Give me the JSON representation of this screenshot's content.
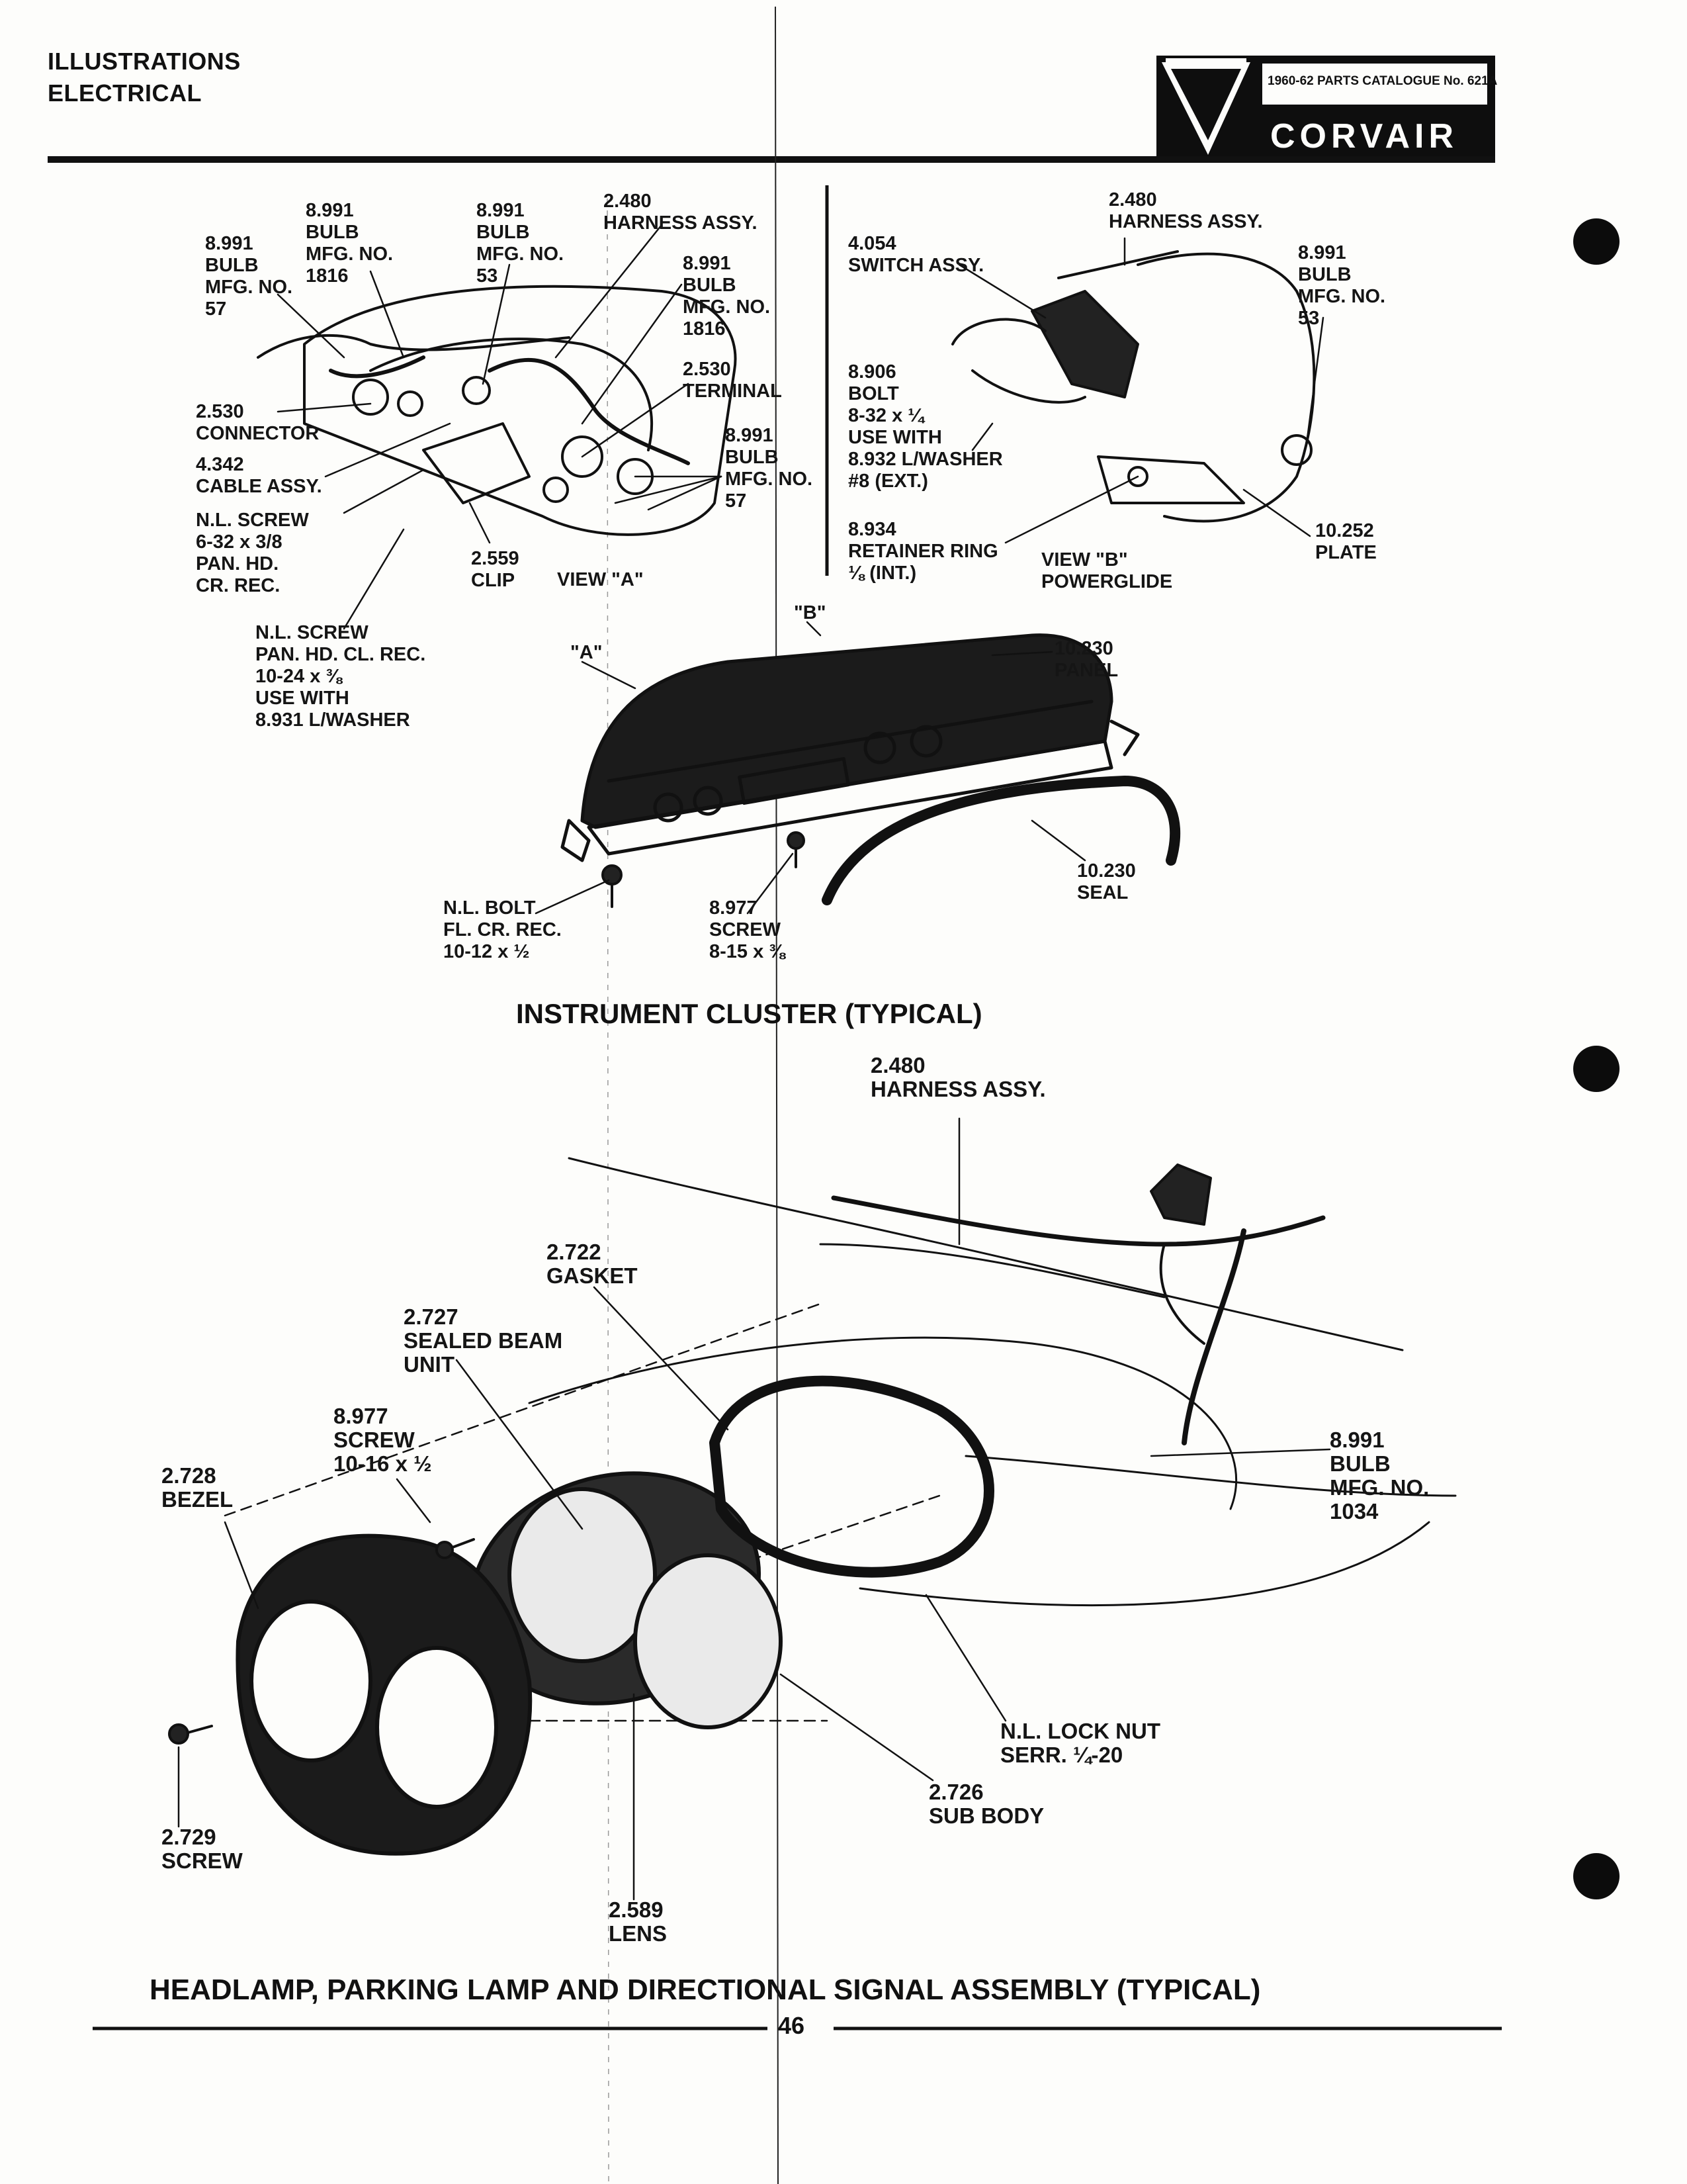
{
  "header": {
    "section_line1": "ILLUSTRATIONS",
    "section_line2": "ELECTRICAL",
    "catalogue": "1960-62 PARTS CATALOGUE No. 621A",
    "brand": "CORVAIR"
  },
  "upper": {
    "title": "INSTRUMENT CLUSTER (TYPICAL)",
    "view_a": "VIEW \"A\"",
    "view_b": "VIEW \"B\"\nPOWERGLIDE",
    "marker_a": "\"A\"",
    "marker_b": "\"B\"",
    "labels": {
      "bulb57": "8.991\nBULB\nMFG. NO.\n57",
      "bulb1816a": "8.991\nBULB\nMFG. NO.\n1816",
      "bulb53a": "8.991\nBULB\nMFG. NO.\n53",
      "harness_a": "2.480\nHARNESS ASSY.",
      "bulb1816b": "8.991\nBULB\nMFG. NO.\n1816",
      "terminal": "2.530\nTERMINAL",
      "bulb57b": "8.991\nBULB\nMFG. NO.\n57",
      "connector": "2.530\nCONNECTOR",
      "cable": "4.342\nCABLE ASSY.",
      "nl_screw": "N.L. SCREW\n6-32 x 3/8\nPAN. HD.\nCR. REC.",
      "clip": "2.559\nCLIP",
      "nl_screw2": "N.L. SCREW\nPAN. HD. CL. REC.\n10-24 x ⅜\nUSE WITH\n8.931 L/WASHER",
      "switch": "4.054\nSWITCH ASSY.",
      "harness_b": "2.480\nHARNESS ASSY.",
      "bulb53b": "8.991\nBULB\nMFG. NO.\n53",
      "bolt": "8.906\nBOLT\n8-32 x ¼\nUSE WITH\n8.932 L/WASHER\n#8 (EXT.)",
      "retainer": "8.934\nRETAINER RING\n⅛ (INT.)",
      "plate": "10.252\nPLATE",
      "panel": "10.230\nPANEL",
      "seal": "10.230\nSEAL",
      "nl_bolt": "N.L. BOLT\nFL. CR. REC.\n10-12 x ½",
      "screw877": "8.977\nSCREW\n8-15 x ⅜"
    }
  },
  "lower": {
    "title": "HEADLAMP, PARKING LAMP AND DIRECTIONAL SIGNAL ASSEMBLY (TYPICAL)",
    "labels": {
      "harness": "2.480\nHARNESS ASSY.",
      "gasket": "2.722\nGASKET",
      "sealed_beam": "2.727\nSEALED BEAM\nUNIT",
      "screw": "8.977\nSCREW\n10-16 x ½",
      "bezel": "2.728\nBEZEL",
      "bulb1034": "8.991\nBULB\nMFG. NO.\n1034",
      "lock_nut": "N.L. LOCK NUT\nSERR. ¼-20",
      "sub_body": "2.726\nSUB BODY",
      "bezel_screw": "2.729\nSCREW",
      "lens": "2.589\nLENS"
    }
  },
  "footer": {
    "page_number": "46"
  }
}
